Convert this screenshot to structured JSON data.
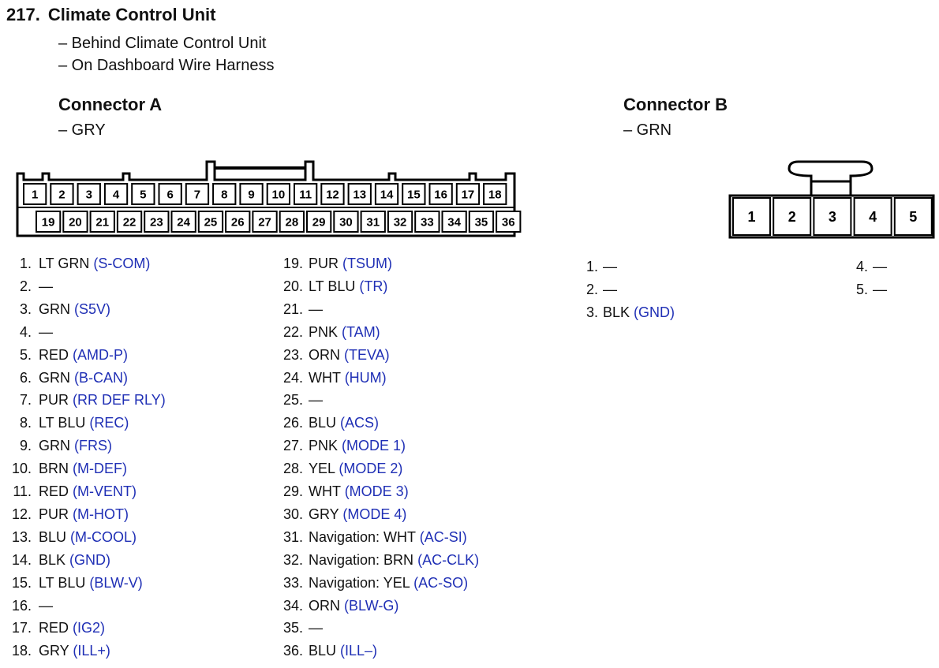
{
  "header": {
    "number": "217.",
    "title": "Climate Control Unit",
    "locations": [
      "– Behind Climate Control Unit",
      "– On Dashboard Wire Harness"
    ]
  },
  "connector_a": {
    "title": "Connector A",
    "color": "– GRY",
    "top_cells": [
      "1",
      "2",
      "3",
      "4",
      "5",
      "6",
      "7",
      "8",
      "9",
      "10",
      "11",
      "12",
      "13",
      "14",
      "15",
      "16",
      "17",
      "18"
    ],
    "bottom_cells": [
      "19",
      "20",
      "21",
      "22",
      "23",
      "24",
      "25",
      "26",
      "27",
      "28",
      "29",
      "30",
      "31",
      "32",
      "33",
      "34",
      "35",
      "36"
    ],
    "pins_left": [
      {
        "num": "1.",
        "wire": "LT GRN",
        "signal": "(S-COM)"
      },
      {
        "num": "2.",
        "wire": "—",
        "signal": ""
      },
      {
        "num": "3.",
        "wire": "GRN",
        "signal": "(S5V)"
      },
      {
        "num": "4.",
        "wire": "—",
        "signal": ""
      },
      {
        "num": "5.",
        "wire": "RED",
        "signal": "(AMD-P)"
      },
      {
        "num": "6.",
        "wire": "GRN",
        "signal": "(B-CAN)"
      },
      {
        "num": "7.",
        "wire": "PUR",
        "signal": "(RR DEF RLY)"
      },
      {
        "num": "8.",
        "wire": "LT BLU",
        "signal": "(REC)"
      },
      {
        "num": "9.",
        "wire": "GRN",
        "signal": "(FRS)"
      },
      {
        "num": "10.",
        "wire": "BRN",
        "signal": "(M-DEF)"
      },
      {
        "num": "11.",
        "wire": "RED",
        "signal": "(M-VENT)"
      },
      {
        "num": "12.",
        "wire": "PUR",
        "signal": "(M-HOT)"
      },
      {
        "num": "13.",
        "wire": "BLU",
        "signal": "(M-COOL)"
      },
      {
        "num": "14.",
        "wire": "BLK",
        "signal": "(GND)"
      },
      {
        "num": "15.",
        "wire": "LT BLU",
        "signal": "(BLW-V)"
      },
      {
        "num": "16.",
        "wire": "—",
        "signal": ""
      },
      {
        "num": "17.",
        "wire": "RED",
        "signal": "(IG2)"
      },
      {
        "num": "18.",
        "wire": "GRY",
        "signal": "(ILL+)"
      }
    ],
    "pins_right": [
      {
        "num": "19.",
        "wire": "PUR",
        "signal": "(TSUM)"
      },
      {
        "num": "20.",
        "wire": "LT BLU",
        "signal": "(TR)"
      },
      {
        "num": "21.",
        "wire": "—",
        "signal": ""
      },
      {
        "num": "22.",
        "wire": "PNK",
        "signal": "(TAM)"
      },
      {
        "num": "23.",
        "wire": "ORN",
        "signal": "(TEVA)"
      },
      {
        "num": "24.",
        "wire": "WHT",
        "signal": "(HUM)"
      },
      {
        "num": "25.",
        "wire": "—",
        "signal": ""
      },
      {
        "num": "26.",
        "wire": "BLU",
        "signal": "(ACS)"
      },
      {
        "num": "27.",
        "wire": "PNK",
        "signal": "(MODE 1)"
      },
      {
        "num": "28.",
        "wire": "YEL",
        "signal": "(MODE 2)"
      },
      {
        "num": "29.",
        "wire": "WHT",
        "signal": "(MODE 3)"
      },
      {
        "num": "30.",
        "wire": "GRY",
        "signal": "(MODE 4)"
      },
      {
        "num": "31.",
        "wire": "Navigation: WHT",
        "signal": "(AC-SI)"
      },
      {
        "num": "32.",
        "wire": "Navigation: BRN",
        "signal": "(AC-CLK)"
      },
      {
        "num": "33.",
        "wire": "Navigation: YEL",
        "signal": "(AC-SO)"
      },
      {
        "num": "34.",
        "wire": "ORN",
        "signal": "(BLW-G)"
      },
      {
        "num": "35.",
        "wire": "—",
        "signal": ""
      },
      {
        "num": "36.",
        "wire": "BLU",
        "signal": "(ILL–)"
      }
    ]
  },
  "connector_b": {
    "title": "Connector B",
    "color": "– GRN",
    "cells": [
      "1",
      "2",
      "3",
      "4",
      "5"
    ],
    "pins_left": [
      {
        "num": "1.",
        "wire": "—",
        "signal": ""
      },
      {
        "num": "2.",
        "wire": "—",
        "signal": ""
      },
      {
        "num": "3.",
        "wire": "BLK",
        "signal": "(GND)"
      }
    ],
    "pins_right": [
      {
        "num": "4.",
        "wire": "—",
        "signal": ""
      },
      {
        "num": "5.",
        "wire": "—",
        "signal": ""
      }
    ]
  },
  "colors": {
    "signal": "#1f2fb5",
    "text": "#111111"
  }
}
